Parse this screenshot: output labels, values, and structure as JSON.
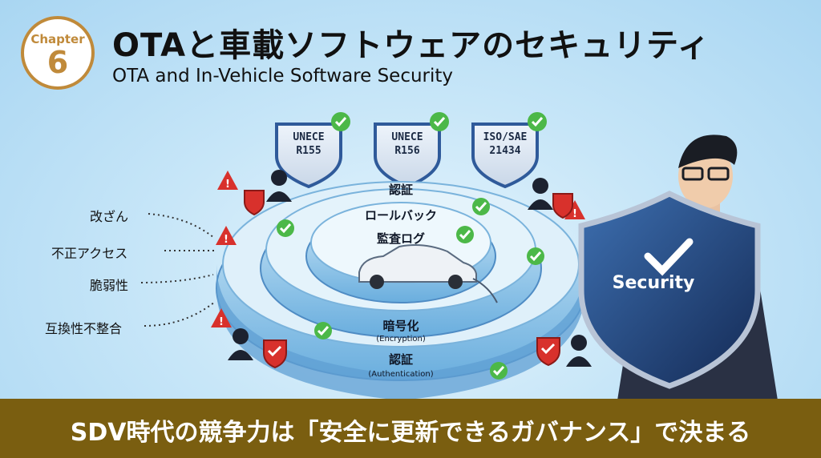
{
  "chapter": {
    "label": "Chapter",
    "number": "6"
  },
  "title": "OTAと車載ソフトウェアのセキュリティ",
  "subtitle": "OTA and In-Vehicle Software Security",
  "standards": [
    {
      "line1": "UNECE",
      "line2": "R155"
    },
    {
      "line1": "UNECE",
      "line2": "R156"
    },
    {
      "line1": "ISO/SAE",
      "line2": "21434"
    }
  ],
  "threats": [
    "改ざん",
    "不正アクセス",
    "脆弱性",
    "互換性不整合"
  ],
  "rings": {
    "outer_top": "認証",
    "middle_top": "ロールバック",
    "inner_top": "監査ログ",
    "front_encryption": "暗号化",
    "front_encryption_en": "(Encryption)",
    "front_auth": "認証",
    "front_auth_en": "(Authentication)"
  },
  "shield_label": "Security",
  "footer": "SDV時代の競争力は「安全に更新できるガバナンス」で決まる",
  "icons": [
    "check-icon",
    "warning-icon",
    "hacker-icon",
    "shield-icon",
    "car-icon",
    "businessman-figure"
  ],
  "colors": {
    "accent_gold": "#c08a3a",
    "footer_bg": "#7a5e10",
    "check_green": "#4cb848",
    "warning_red": "#d8312c",
    "shield_blue": "#1f3c6e"
  }
}
